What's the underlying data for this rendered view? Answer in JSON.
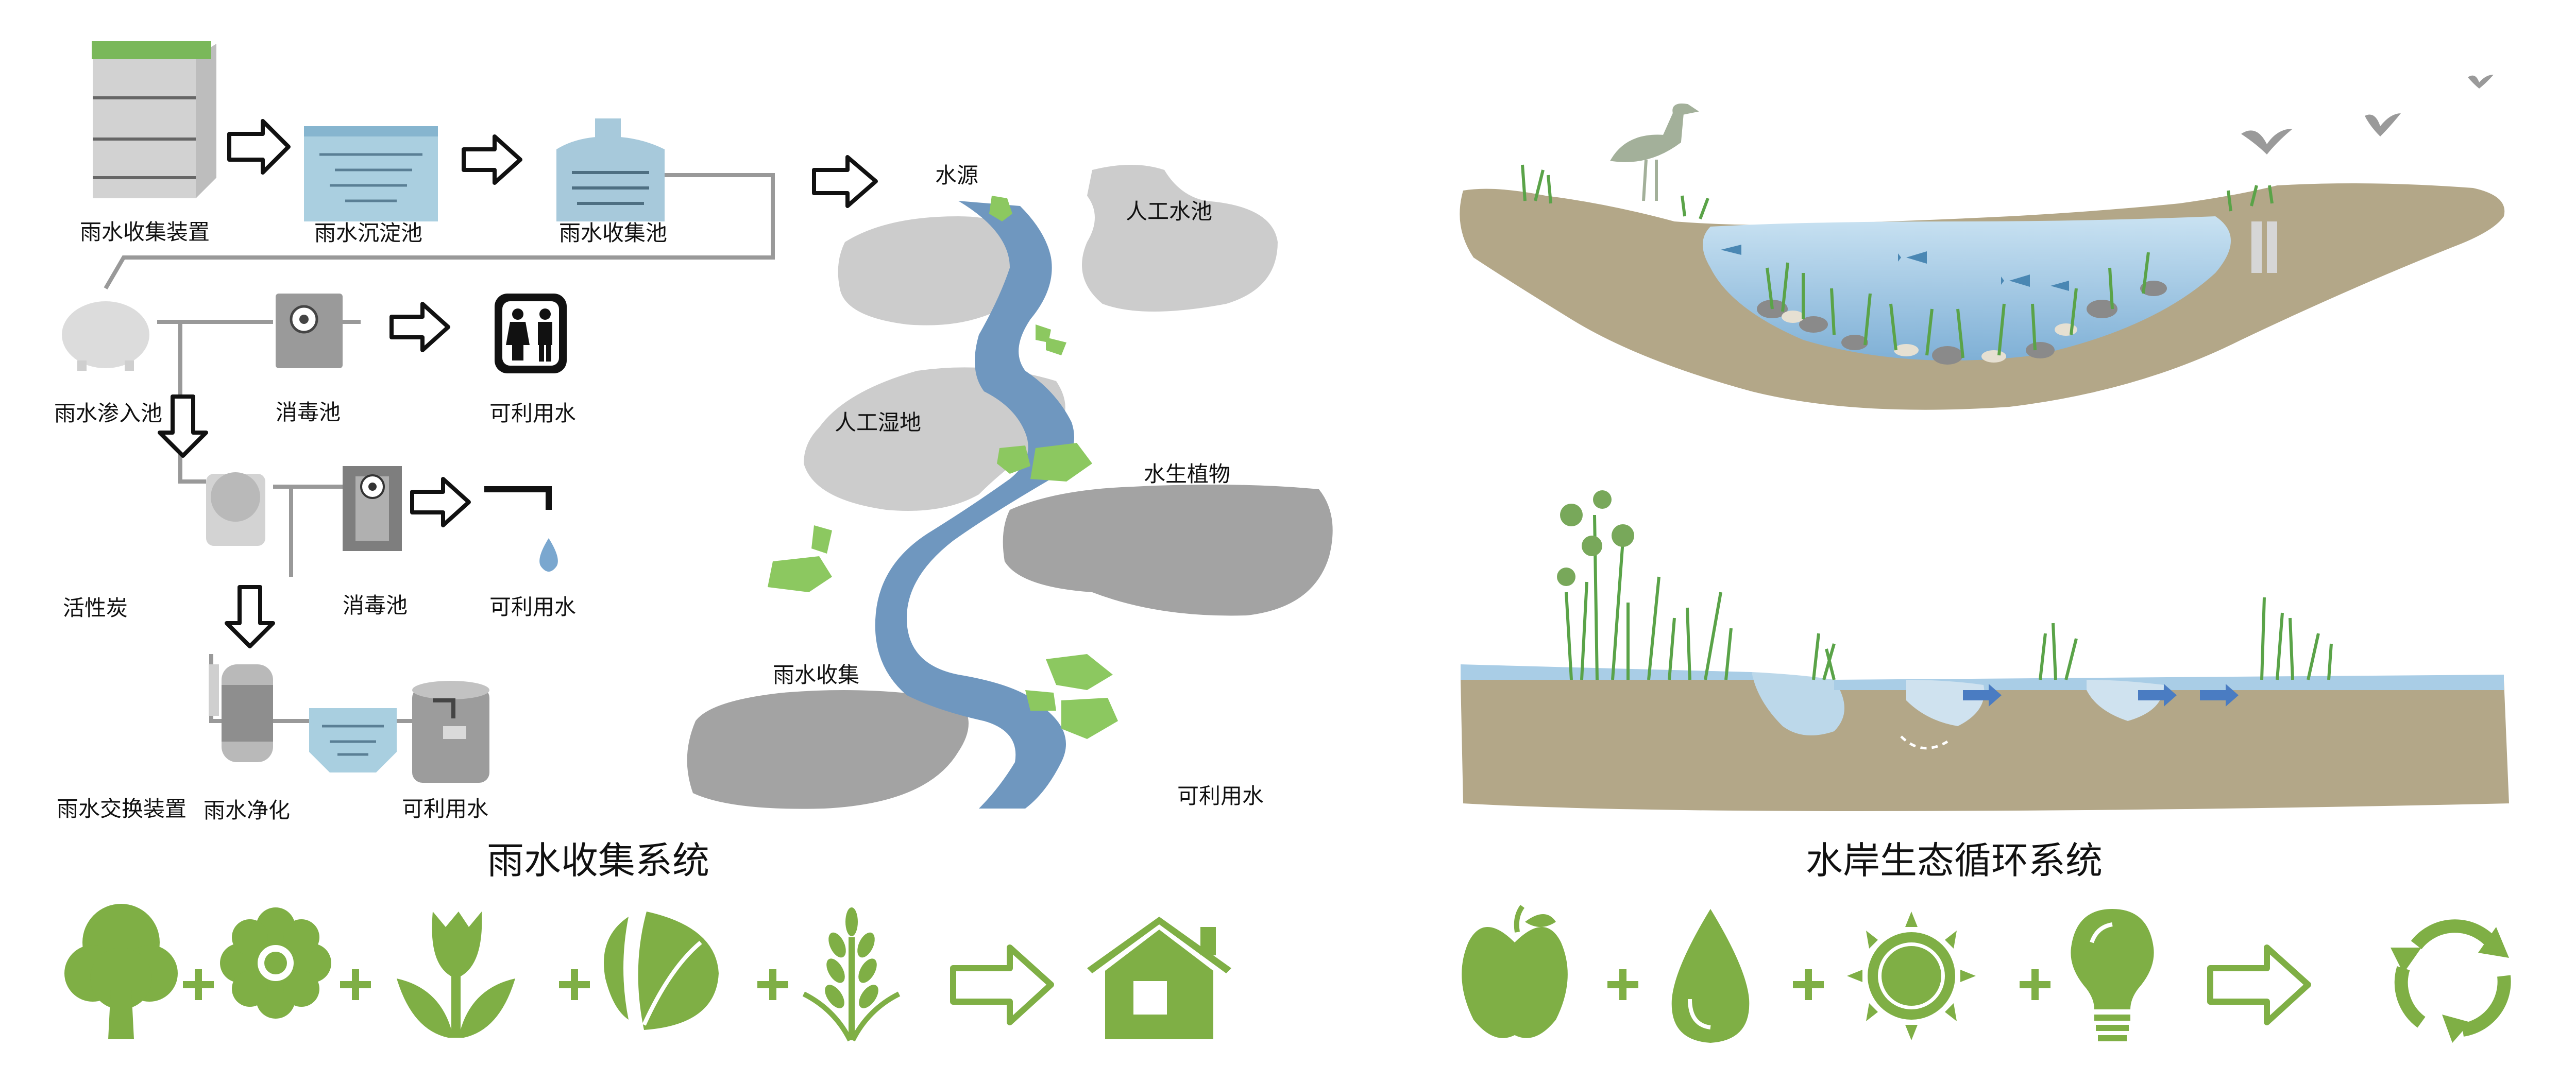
{
  "rain_system": {
    "title": "雨水收集系统",
    "labels": {
      "collection_device": "雨水收集装置",
      "sediment_tank": "雨水沉淀池",
      "collection_pool": "雨水收集池",
      "infiltration_pool": "雨水渗入池",
      "disinfection_1": "消毒池",
      "usable_water_1": "可利用水",
      "activated_carbon": "活性炭",
      "disinfection_2": "消毒池",
      "usable_water_2": "可利用水",
      "exchange_device": "雨水交换装置",
      "purification": "雨水净化",
      "usable_water_3": "可利用水"
    },
    "map_labels": {
      "water_source": "水源",
      "artificial_pond": "人工水池",
      "artificial_wetland": "人工湿地",
      "aquatic_plants": "水生植物",
      "rain_collection": "雨水收集",
      "usable_water": "可利用水"
    },
    "equation_icons": [
      "tree-icon",
      "flower-icon",
      "tulip-icon",
      "leaf-icon",
      "wheat-icon",
      "house-icon"
    ]
  },
  "waterfront_system": {
    "title": "水岸生态循环系统",
    "equation_icons": [
      "apple-icon",
      "water-drop-icon",
      "sun-icon",
      "light-bulb-icon",
      "recycle-icon"
    ]
  },
  "colors": {
    "green": "#8cb64a",
    "river": "#6f97bf",
    "light_gray": "#cccccc",
    "dark_gray": "#a3a3a3",
    "soil": "#b3a788",
    "water": "#a9cde6"
  }
}
